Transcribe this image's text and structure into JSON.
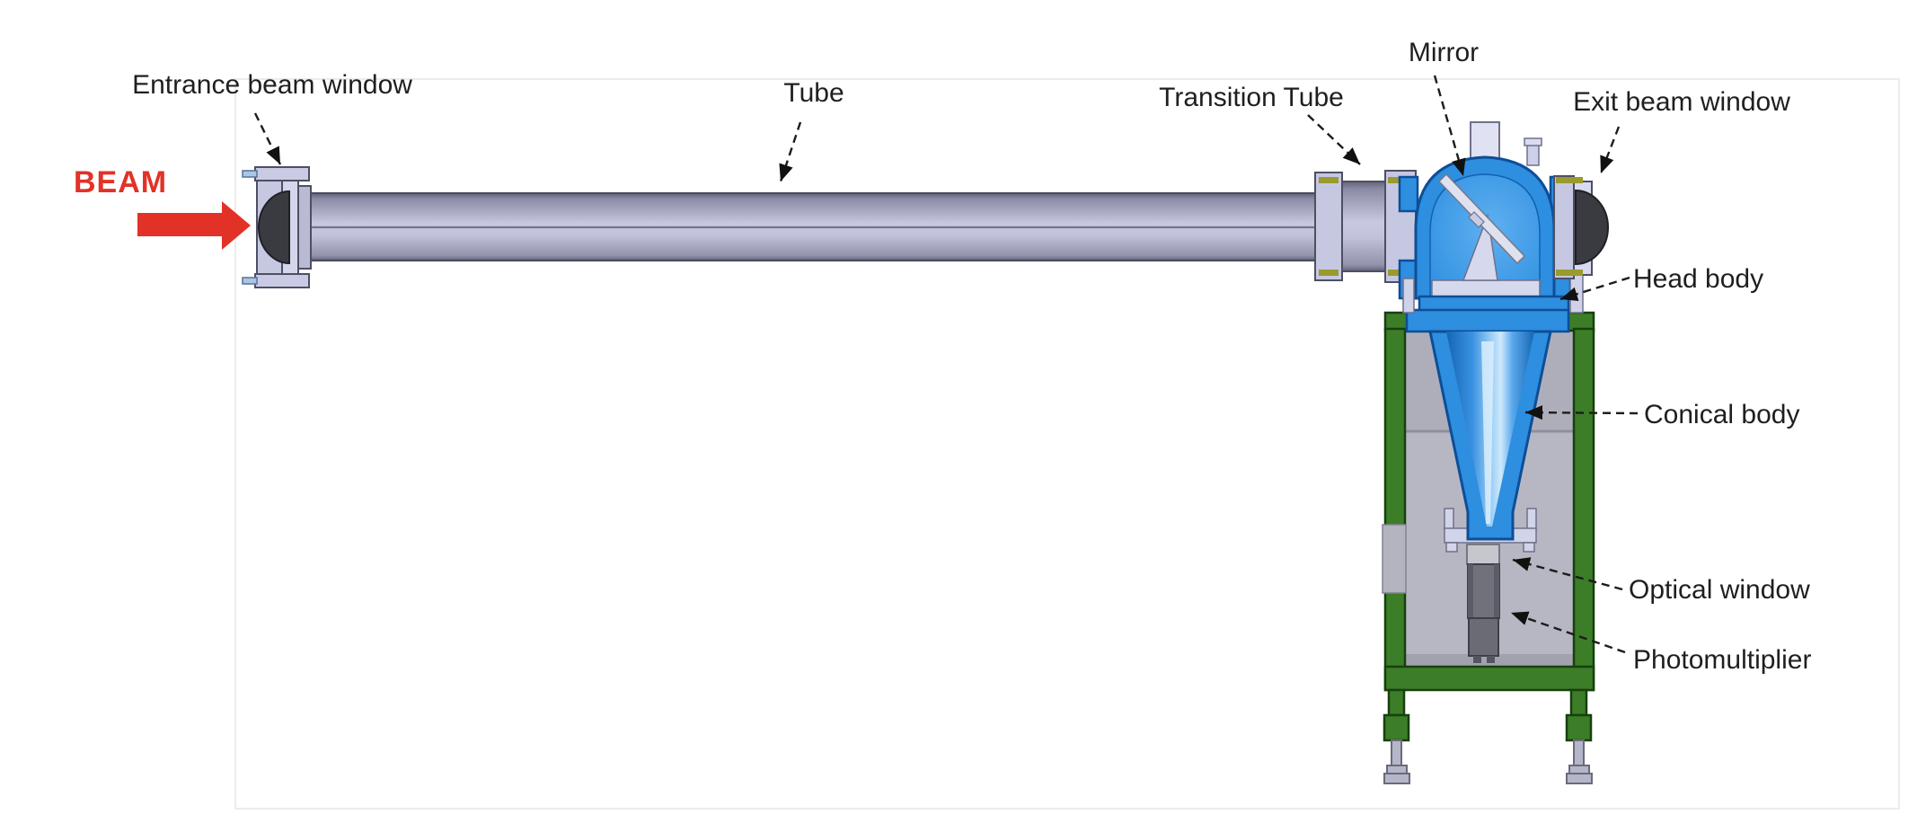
{
  "figure": {
    "type": "cad-cross-section-diagram",
    "beam": {
      "label": "BEAM"
    },
    "labels": {
      "entrance_beam_window": "Entrance beam window",
      "tube": "Tube",
      "transition_tube": "Transition Tube",
      "mirror": "Mirror",
      "exit_beam_window": "Exit beam window",
      "head_body": "Head body",
      "conical_body": "Conical body",
      "optical_window": "Optical window",
      "photomultiplier": "Photomultiplier"
    },
    "colors": {
      "beam_arrow_red": "#e23227",
      "head_cone_blue": "#2e8ee0",
      "stand_green": "#3c7d27",
      "tube_gray": "#b9b9d6",
      "enclosure_gray": "#b4b4c1",
      "label_text": "#1f1f1f"
    }
  }
}
